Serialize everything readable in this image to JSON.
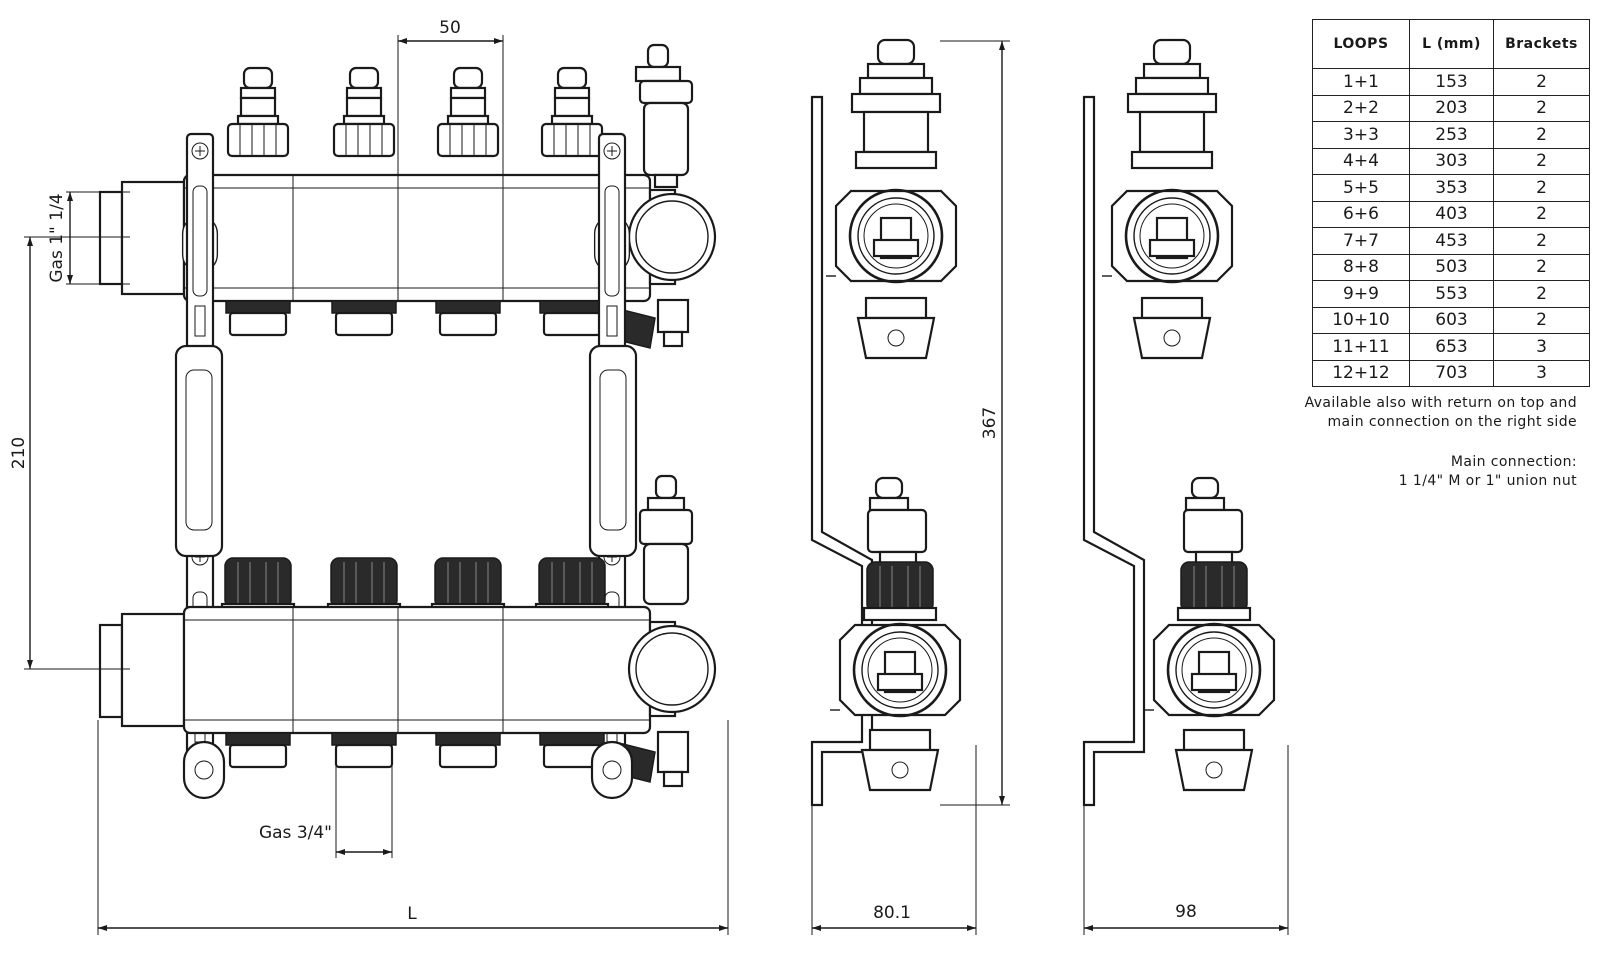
{
  "dimensions": {
    "pitch": "50",
    "main_thread": "Gas 1\" 1/4",
    "height_centers": "210",
    "side_height": "367",
    "outlet_thread": "Gas 3/4\"",
    "length": "L",
    "depth_a": "80.1",
    "depth_b": "98"
  },
  "table": {
    "headers": [
      "LOOPS",
      "L (mm)",
      "Brackets"
    ],
    "rows": [
      [
        "1+1",
        "153",
        "2"
      ],
      [
        "2+2",
        "203",
        "2"
      ],
      [
        "3+3",
        "253",
        "2"
      ],
      [
        "4+4",
        "303",
        "2"
      ],
      [
        "5+5",
        "353",
        "2"
      ],
      [
        "6+6",
        "403",
        "2"
      ],
      [
        "7+7",
        "453",
        "2"
      ],
      [
        "8+8",
        "503",
        "2"
      ],
      [
        "9+9",
        "553",
        "2"
      ],
      [
        "10+10",
        "603",
        "2"
      ],
      [
        "11+11",
        "653",
        "3"
      ],
      [
        "12+12",
        "703",
        "3"
      ]
    ]
  },
  "notes": {
    "line1": "Available also with return on top and",
    "line2": "main connection on the right side",
    "line3": "Main connection:",
    "line4": "1 1/4\" M or 1\" union nut"
  }
}
